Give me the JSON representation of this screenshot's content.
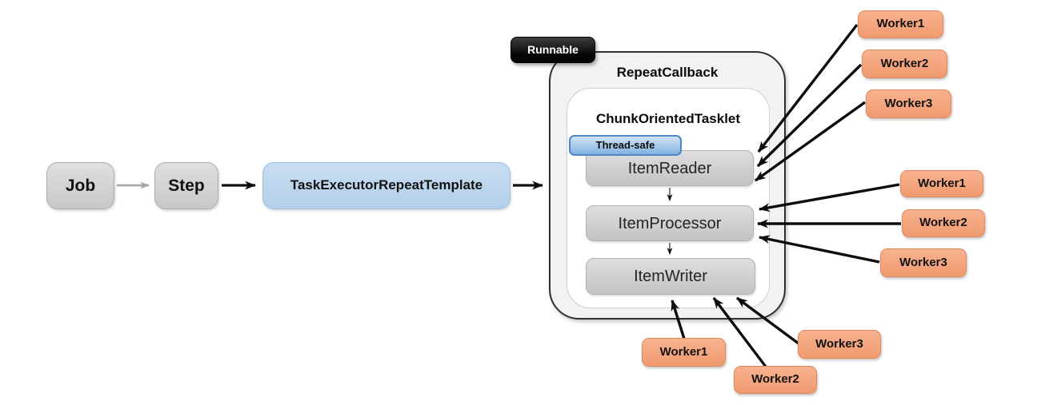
{
  "diagram": {
    "flow": {
      "job": "Job",
      "step": "Step",
      "template": "TaskExecutorRepeatTemplate"
    },
    "repeat_callback": {
      "badge": "Runnable",
      "title": "RepeatCallback",
      "tasklet": {
        "title": "ChunkOrientedTasklet",
        "thread_safe_badge": "Thread-safe",
        "steps": [
          "ItemReader",
          "ItemProcessor",
          "ItemWriter"
        ]
      }
    },
    "worker_groups": {
      "reader": [
        "Worker1",
        "Worker2",
        "Worker3"
      ],
      "processor": [
        "Worker1",
        "Worker2",
        "Worker3"
      ],
      "writer": [
        "Worker1",
        "Worker2",
        "Worker3"
      ]
    },
    "edges": [
      "Job -> Step",
      "Step -> TaskExecutorRepeatTemplate",
      "TaskExecutorRepeatTemplate -> RepeatCallback",
      "ItemReader -> ItemProcessor",
      "ItemProcessor -> ItemWriter",
      "reader workers -> ItemReader",
      "processor workers -> ItemProcessor",
      "writer workers -> ItemWriter"
    ],
    "colors": {
      "gray_box_fill": "#D6D6D6",
      "gray_box_border": "#AEAEAE",
      "blue_box_fill": "#BDD7EE",
      "thread_safe_fill": "#8FB9E6",
      "thread_safe_border": "#4E88C7",
      "worker_fill": "#F5A67E",
      "worker_border": "#E0875B",
      "runnable_fill": "#151515",
      "container_fill": "#F2F2F2",
      "container_border": "#303030",
      "inner_fill": "#FFFFFF",
      "inner_border": "#CFCFCF",
      "arrow_black": "#0D0D0D",
      "arrow_gray": "#A6A6A6"
    }
  }
}
